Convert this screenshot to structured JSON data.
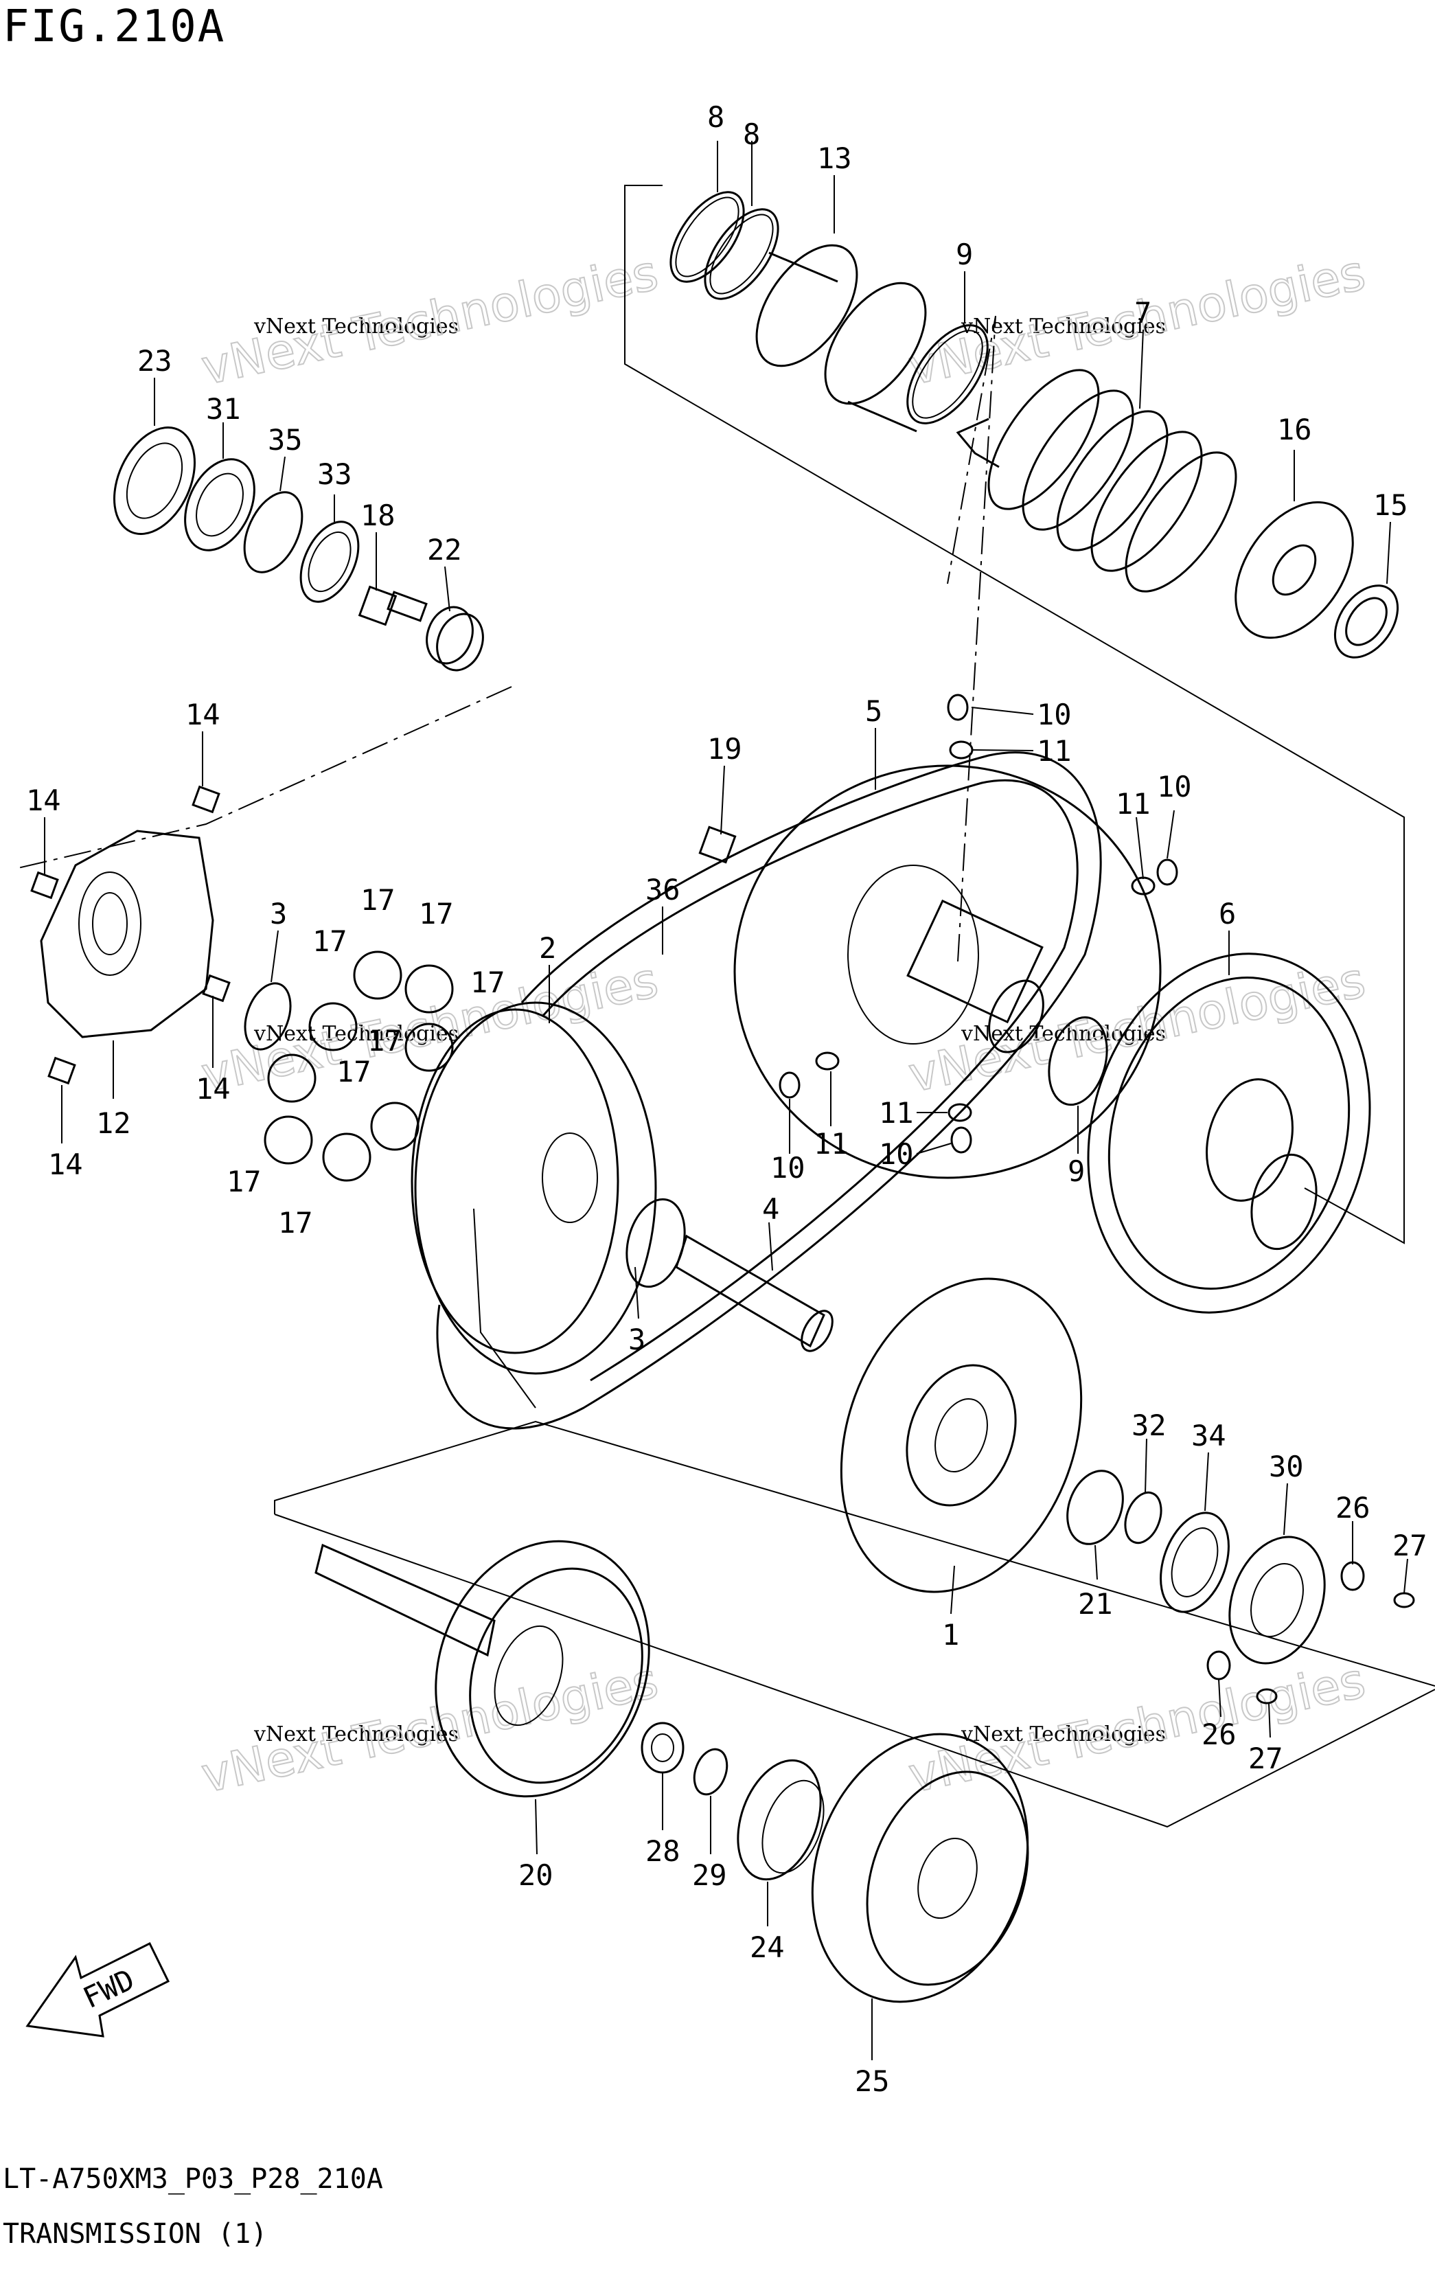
{
  "header": {
    "figure_title": "FIG.210A"
  },
  "footer": {
    "code": "LT-A750XM3_P03_P28_210A",
    "caption": "TRANSMISSION (1)"
  },
  "watermark": {
    "small": "vNext Technologies",
    "large": "vNext Technologies"
  },
  "fwd_label": "FWD",
  "callouts": {
    "c8a": "8",
    "c8b": "8",
    "c13": "13",
    "c9a": "9",
    "c7": "7",
    "c16": "16",
    "c15": "15",
    "c23": "23",
    "c31": "31",
    "c35": "35",
    "c33": "33",
    "c18": "18",
    "c22": "22",
    "c14a": "14",
    "c14b": "14",
    "c14c": "14",
    "c14d": "14",
    "c12": "12",
    "c3a": "3",
    "c17a": "17",
    "c17b": "17",
    "c17c": "17",
    "c17d": "17",
    "c17e": "17",
    "c17f": "17",
    "c17g": "17",
    "c17h": "17",
    "c2": "2",
    "c36": "36",
    "c19": "19",
    "c5": "5",
    "c10a": "10",
    "c11a": "11",
    "c11b": "11",
    "c10b": "10",
    "c6": "6",
    "c9b": "9",
    "c10c": "10",
    "c11c": "11",
    "c11d": "11",
    "c10d": "10",
    "c4": "4",
    "c3b": "3",
    "c1": "1",
    "c32": "32",
    "c34": "34",
    "c30": "30",
    "c21": "21",
    "c26a": "26",
    "c27a": "27",
    "c26b": "26",
    "c27b": "27",
    "c20": "20",
    "c28": "28",
    "c29": "29",
    "c24": "24",
    "c25": "25"
  }
}
